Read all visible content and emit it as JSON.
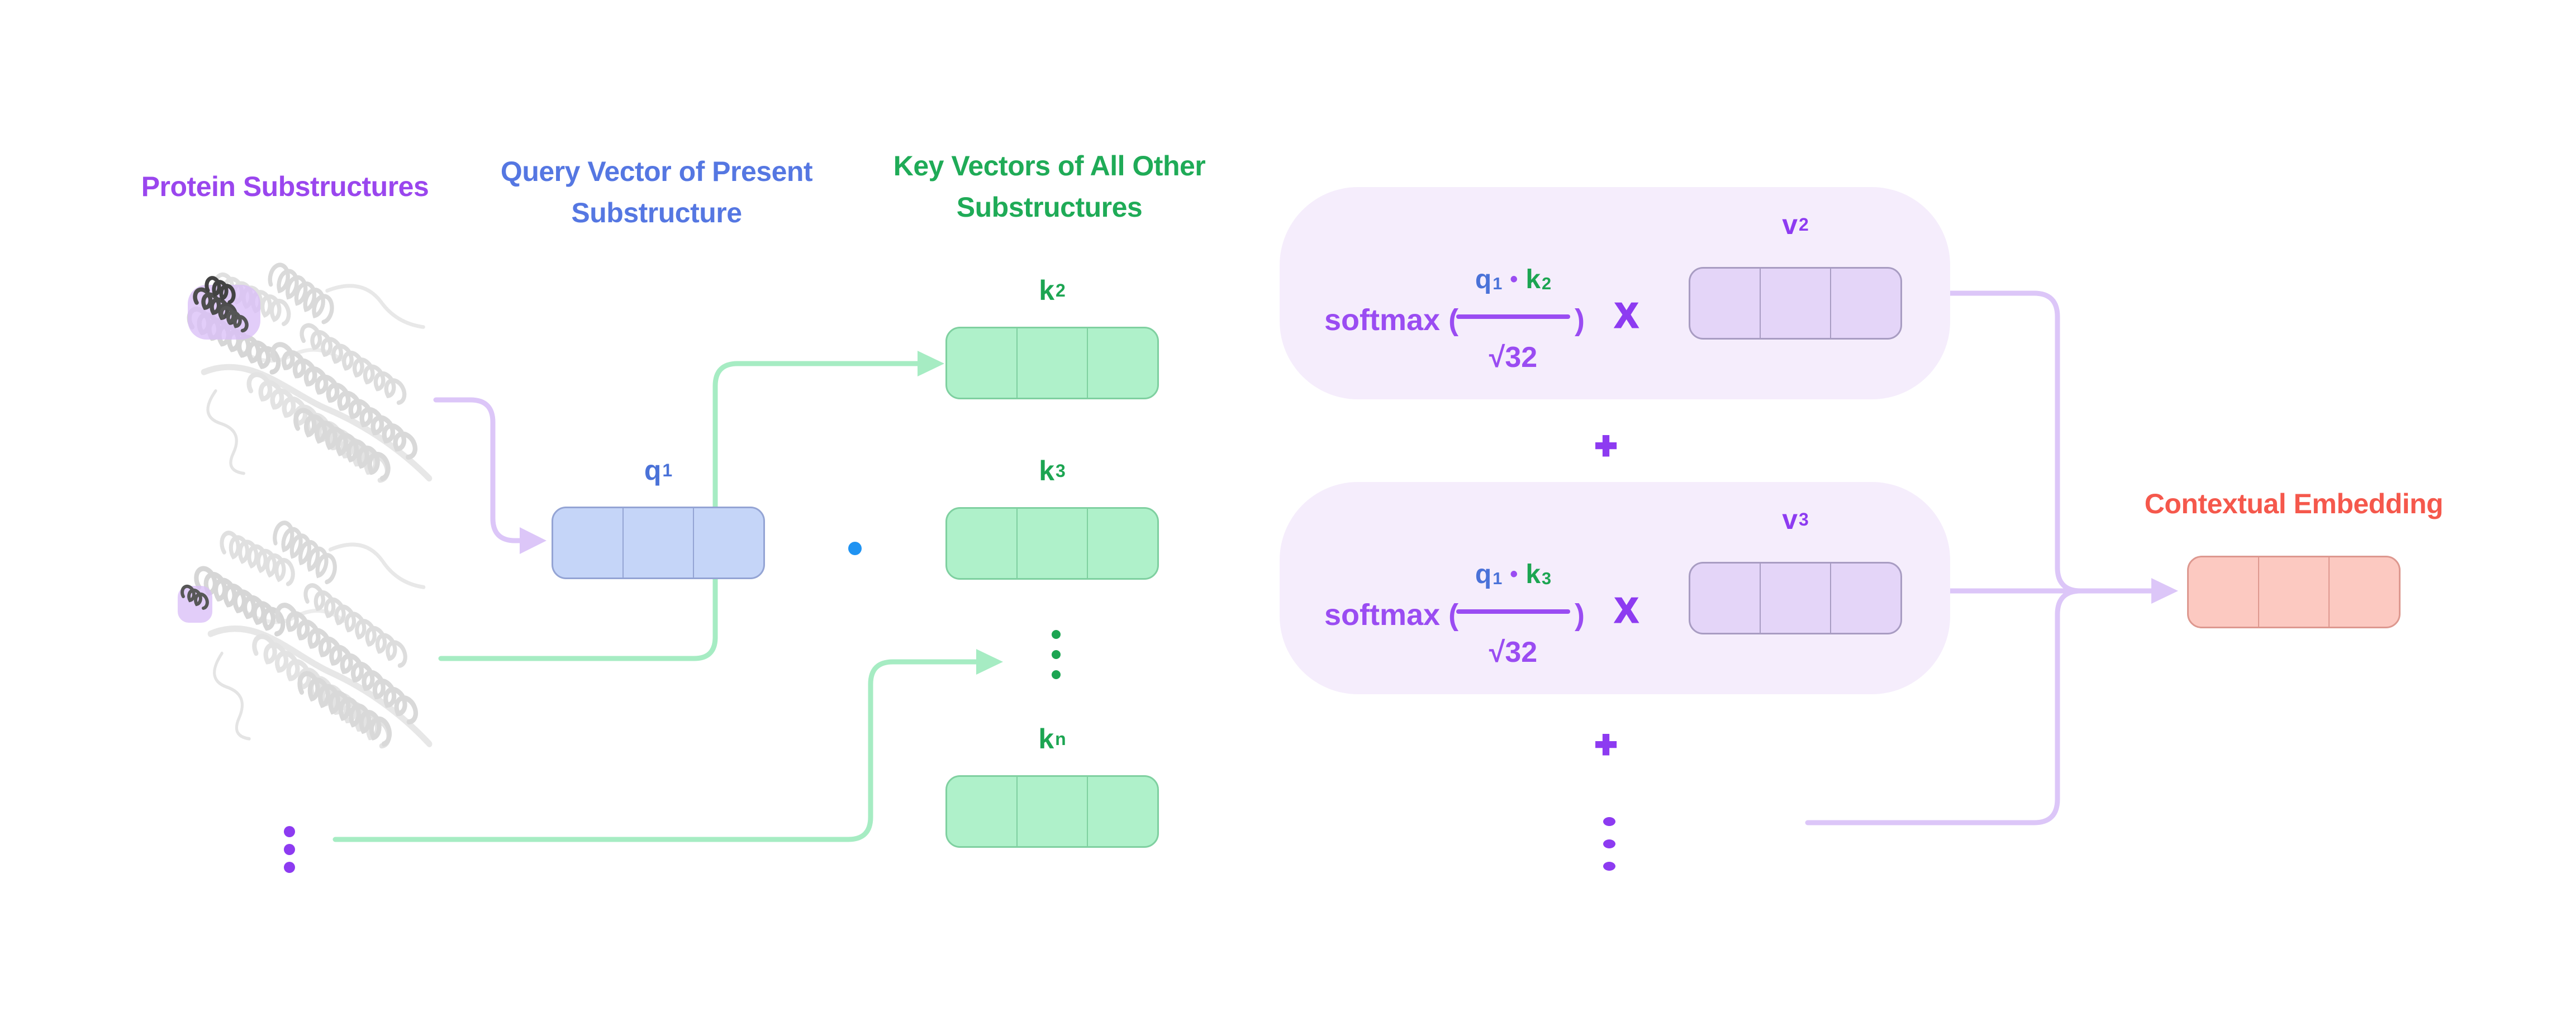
{
  "columns": {
    "proteins": {
      "title": "Protein Substructures"
    },
    "query": {
      "title_line1": "Query Vector of Present",
      "title_line2": "Substructure",
      "vector_label": {
        "base": "q",
        "sub": "1"
      }
    },
    "keys": {
      "title_line1": "Key Vectors of All Other",
      "title_line2": "Substructures",
      "vector_labels": [
        {
          "base": "k",
          "sub": "2"
        },
        {
          "base": "k",
          "sub": "3"
        },
        {
          "base": "k",
          "sub": "n"
        }
      ]
    },
    "output": {
      "title": "Contextual Embedding"
    }
  },
  "attention_terms": [
    {
      "softmax_open": "softmax (",
      "numerator_q": "q",
      "numerator_q_sub": "1",
      "dot": "•",
      "numerator_k": "k",
      "numerator_k_sub": "2",
      "denominator": "√32",
      "close_paren": ")",
      "multiply": "X",
      "value_label": "v",
      "value_label_sub": "2"
    },
    {
      "softmax_open": "softmax (",
      "numerator_q": "q",
      "numerator_q_sub": "1",
      "dot": "•",
      "numerator_k": "k",
      "numerator_k_sub": "3",
      "denominator": "√32",
      "close_paren": ")",
      "multiply": "X",
      "value_label": "v",
      "value_label_sub": "3"
    }
  ],
  "operators": {
    "plus": "+"
  },
  "vector_cells": 3,
  "colors": {
    "title_purple": "#9a46ee",
    "title_blue": "#5577e2",
    "title_green": "#1fab57",
    "title_coral": "#f5584c",
    "accent_purple": "#8d3bf1",
    "formula_purple": "#9a4cf2",
    "q_blue": "#4a72d8",
    "k_green": "#1ca552",
    "line_green": "#a6ecc3",
    "line_purple": "#dcc6f8",
    "box_fill": "#f5edfc",
    "q_fill": "#c5d5f8",
    "q_border": "#94a4d4",
    "k_fill": "#aff1ca",
    "k_border": "#7fd0a0",
    "v_fill": "#e4d5f8",
    "v_border": "#a89cc2",
    "out_fill": "#fcc9c1",
    "out_border": "#dd988f",
    "blue_dot": "#1f93f2",
    "highlight": "#dabff7"
  }
}
